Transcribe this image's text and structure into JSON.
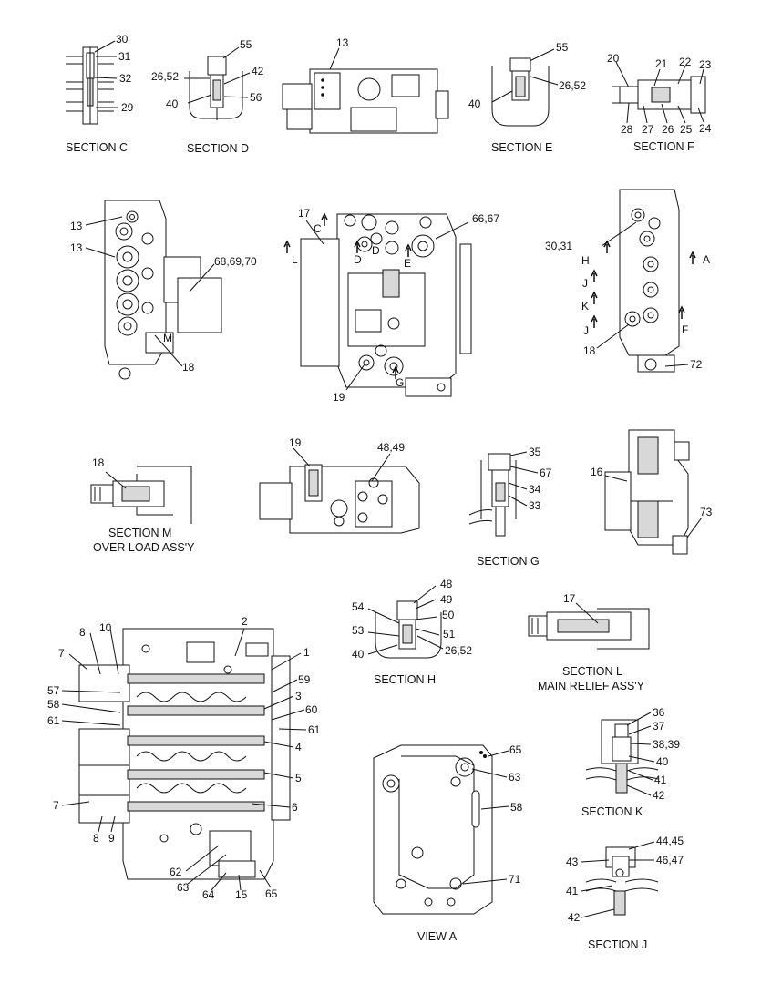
{
  "sections": {
    "section_c": {
      "caption": "SECTION C",
      "labels": [
        "30",
        "31",
        "32",
        "29"
      ]
    },
    "section_d": {
      "caption": "SECTION D",
      "labels": [
        "55",
        "26,52",
        "42",
        "40",
        "56"
      ]
    },
    "top_view": {
      "labels": [
        "13"
      ]
    },
    "section_e": {
      "caption": "SECTION E",
      "labels": [
        "55",
        "40",
        "26,52"
      ]
    },
    "section_f": {
      "caption": "SECTION F",
      "labels": [
        "20",
        "21",
        "22",
        "23",
        "28",
        "27",
        "26",
        "25",
        "24"
      ]
    },
    "left_view": {
      "labels": [
        "13",
        "13",
        "68,69,70",
        "M",
        "18"
      ]
    },
    "front_view": {
      "labels": [
        "17",
        "C",
        "L",
        "D",
        "D",
        "E",
        "66,67",
        "19",
        "G"
      ]
    },
    "right_view": {
      "labels": [
        "30,31",
        "H",
        "A",
        "J",
        "K",
        "J",
        "F",
        "18",
        "72"
      ]
    },
    "section_m": {
      "caption_line1": "SECTION M",
      "caption_line2": "OVER LOAD ASS'Y",
      "labels": [
        "18"
      ]
    },
    "side_view": {
      "labels": [
        "19",
        "48,49"
      ]
    },
    "section_g": {
      "caption": "SECTION G",
      "labels": [
        "35",
        "67",
        "34",
        "33"
      ]
    },
    "section_b": {
      "labels": [
        "16",
        "73"
      ]
    },
    "main_section": {
      "labels": [
        "2",
        "1",
        "8",
        "10",
        "7",
        "57",
        "58",
        "61",
        "59",
        "3",
        "60",
        "61",
        "4",
        "5",
        "7",
        "6",
        "8",
        "9",
        "62",
        "63",
        "64",
        "15",
        "65"
      ]
    },
    "section_h": {
      "caption": "SECTION H",
      "labels": [
        "48",
        "49",
        "54",
        "50",
        "53",
        "51",
        "40",
        "26,52"
      ]
    },
    "section_l": {
      "caption_line1": "SECTION L",
      "caption_line2": "MAIN RELIEF ASS'Y",
      "labels": [
        "17"
      ]
    },
    "section_k": {
      "caption": "SECTION K",
      "labels": [
        "36",
        "37",
        "38,39",
        "40",
        "41",
        "42"
      ]
    },
    "view_a": {
      "caption": "VIEW A",
      "labels": [
        "65",
        "63",
        "58",
        "71"
      ]
    },
    "section_j": {
      "caption": "SECTION J",
      "labels": [
        "44,45",
        "43",
        "46,47",
        "41",
        "42"
      ]
    }
  }
}
